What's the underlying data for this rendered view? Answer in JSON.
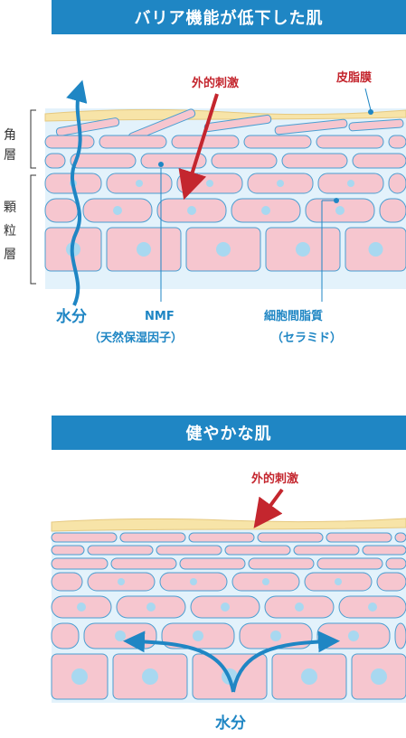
{
  "damaged": {
    "title": "バリア機能が低下した肌",
    "external_stimulus": "外的刺激",
    "sebum_film": "皮脂膜",
    "layer_stratum_corneum": [
      "角",
      "層"
    ],
    "layer_stratum_granulosum": [
      "顆",
      "粒",
      "層"
    ],
    "water": "水分",
    "nmf_label": "NMF",
    "nmf_desc": "（天然保湿因子）",
    "lipid_label": "細胞間脂質",
    "lipid_desc": "（セラミド）"
  },
  "healthy": {
    "title": "健やかな肌",
    "external_stimulus": "外的刺激",
    "water": "水分"
  },
  "colors": {
    "banner": "#1f86c4",
    "cell_fill": "#f6c6cf",
    "cell_stroke": "#4a9fd2",
    "nucleus": "#a8d8f0",
    "background_lipid": "#e3f2fb",
    "sebum": "#f7e4a8",
    "stimulus_arrow": "#c4262e",
    "water_arrow": "#1f86c4"
  },
  "icons": [
    "stimulus-arrow-icon",
    "water-arrow-icon"
  ]
}
